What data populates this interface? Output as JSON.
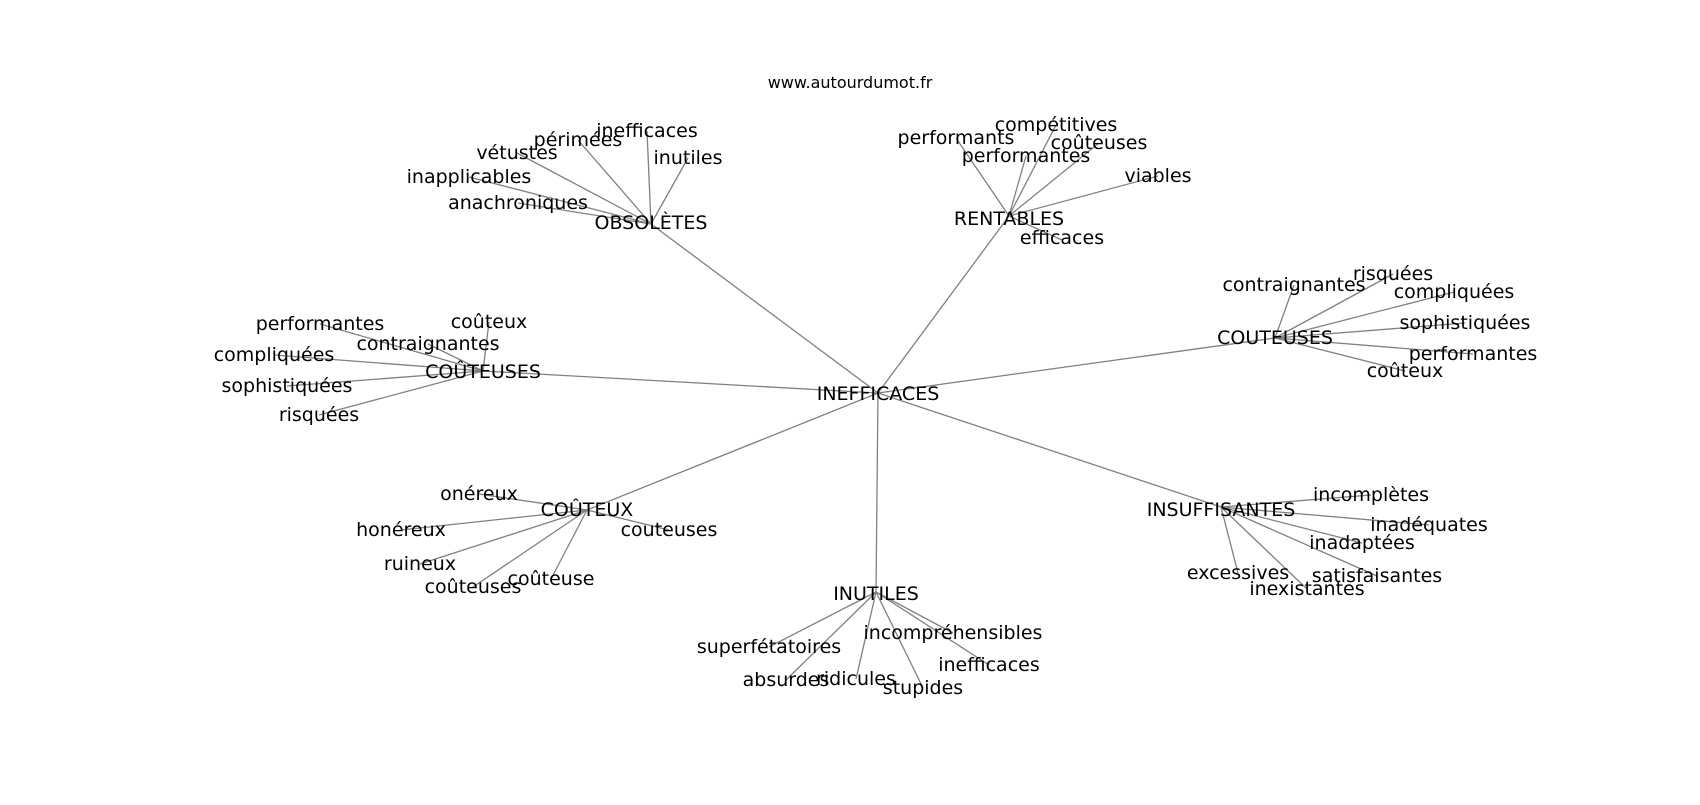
{
  "credit": "www.autourdumot.fr",
  "colors": {
    "edge": "#808080",
    "text": "#000000",
    "background": "#ffffff"
  },
  "root": "INEFFICACES",
  "clusters": [
    {
      "label": "OBSOLÈTES",
      "leaves": [
        "inefficaces",
        "périmées",
        "vétustes",
        "inutiles",
        "inapplicables",
        "anachroniques"
      ]
    },
    {
      "label": "RENTABLES",
      "leaves": [
        "compétitives",
        "performants",
        "coûteuses",
        "performantes",
        "viables",
        "efficaces"
      ]
    },
    {
      "label": "COUTEUSES",
      "leaves": [
        "risquées",
        "contraignantes",
        "compliquées",
        "sophistiquées",
        "performantes",
        "coûteux"
      ]
    },
    {
      "label": "COÛTEUSES",
      "leaves": [
        "coûteux",
        "performantes",
        "contraignantes",
        "compliquées",
        "sophistiquées",
        "risquées"
      ]
    },
    {
      "label": "COÛTEUX",
      "leaves": [
        "onéreux",
        "honéreux",
        "couteuses",
        "ruineux",
        "coûteuse",
        "coûteuses"
      ]
    },
    {
      "label": "INUTILES",
      "leaves": [
        "incompréhensibles",
        "superfétatoires",
        "inefficaces",
        "absurdes",
        "ridicules",
        "stupides"
      ]
    },
    {
      "label": "INSUFFISANTES",
      "leaves": [
        "incomplètes",
        "inadéquates",
        "inadaptées",
        "excessives",
        "satisfaisantes",
        "inexistantes"
      ]
    }
  ]
}
